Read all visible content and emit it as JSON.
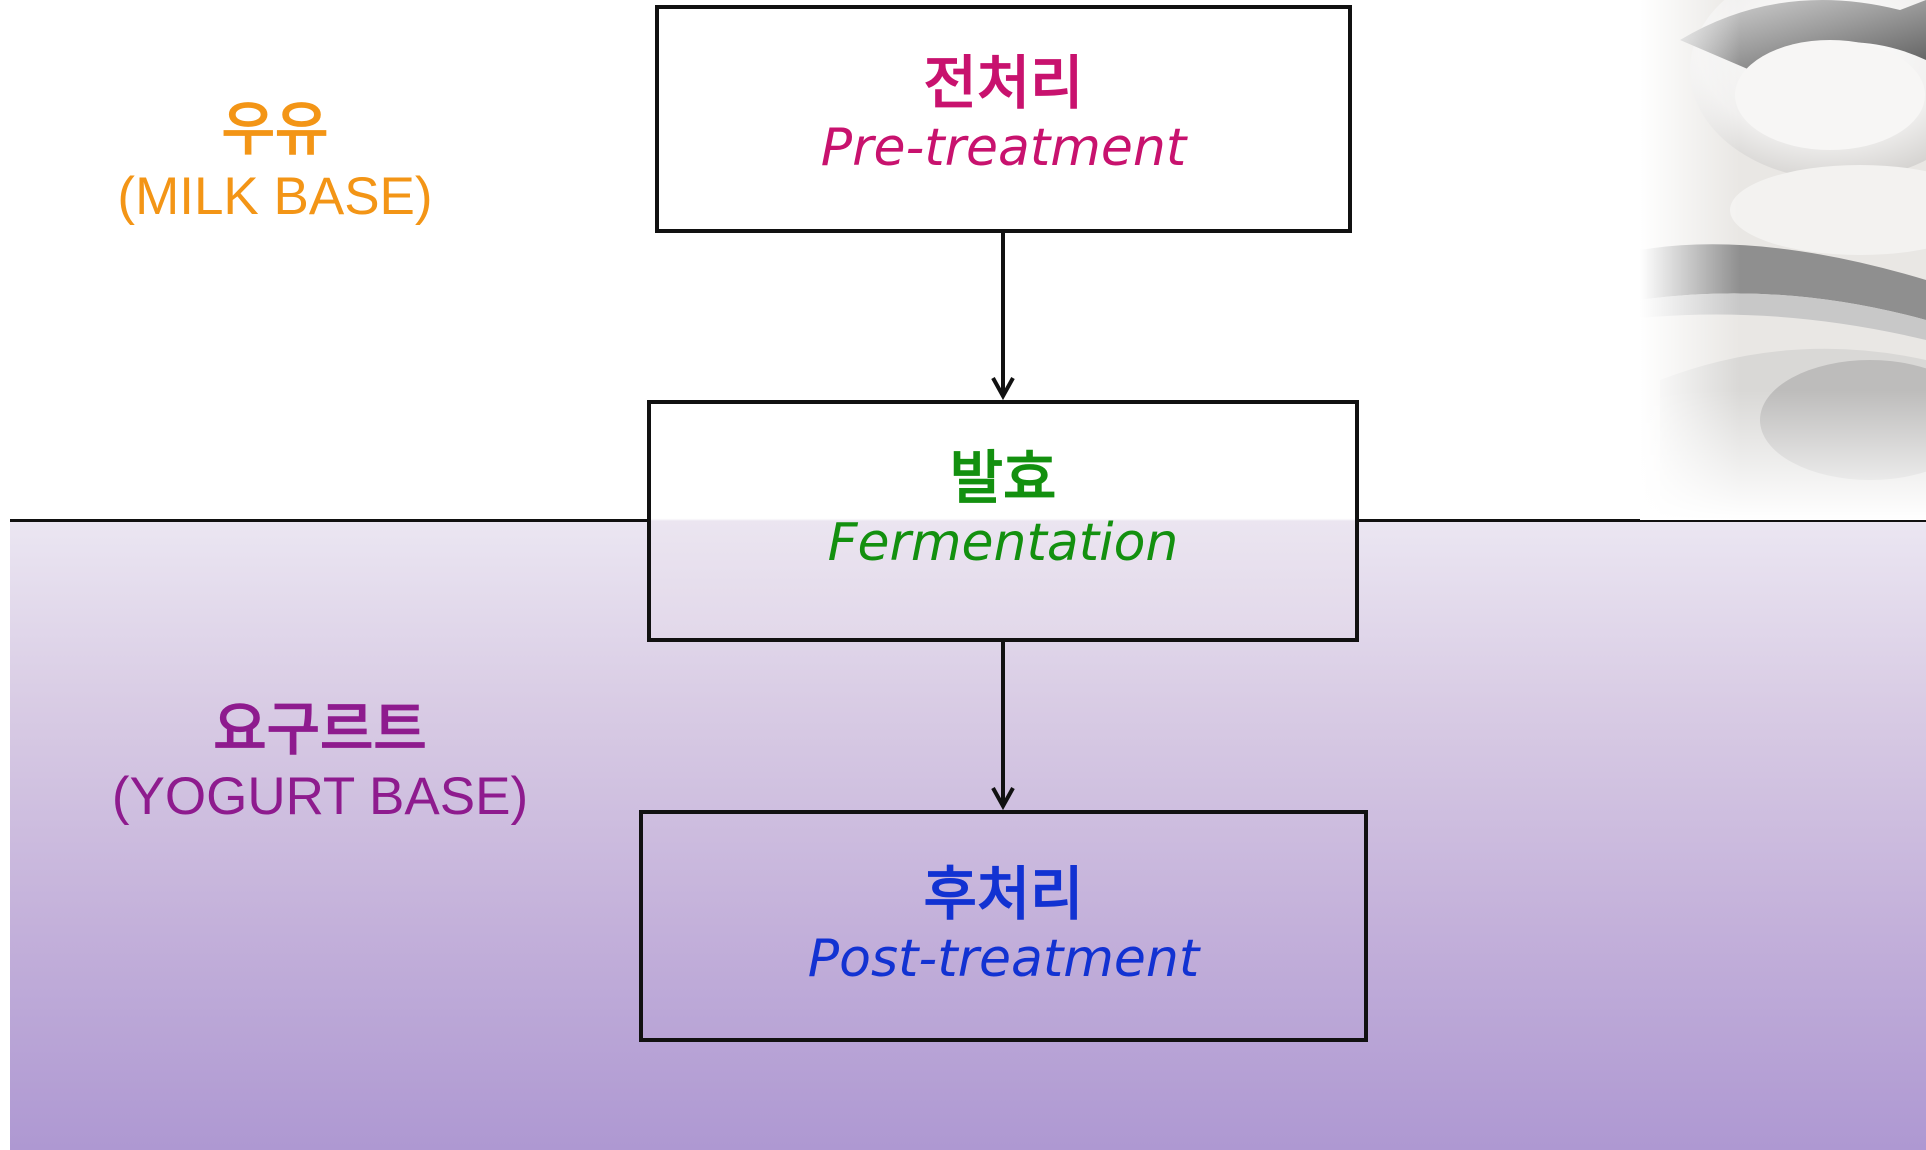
{
  "regions": {
    "milk": {
      "ko": "우유",
      "en": "(MILK BASE)",
      "color": "#f39516"
    },
    "yogurt": {
      "ko": "요구르트",
      "en": "(YOGURT BASE)",
      "color": "#8e1b8e"
    }
  },
  "steps": [
    {
      "ko": "전처리",
      "en": "Pre-treatment",
      "color": "#c8126e"
    },
    {
      "ko": "발효",
      "en": "Fermentation",
      "color": "#13900f"
    },
    {
      "ko": "후처리",
      "en": "Post-treatment",
      "color": "#1232d2"
    }
  ],
  "colors": {
    "yogurt_zone_gradient": [
      "#ebe6f2",
      "#ae98d2"
    ],
    "line": "#111111"
  },
  "decor": {
    "photo_icon": "yogurt-spoon-photo"
  }
}
